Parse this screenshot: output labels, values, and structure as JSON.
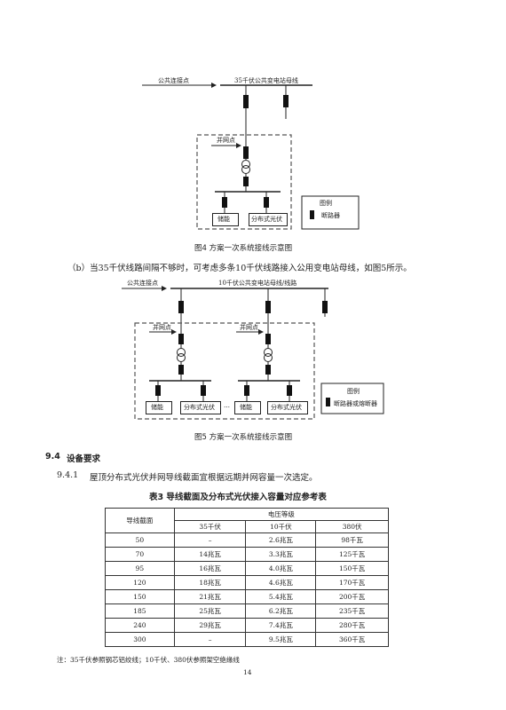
{
  "figure4": {
    "grid_connection_point": "公共连接点",
    "bus_label": "35千伏公共变电站母线",
    "merge_point": "并网点",
    "storage": "储能",
    "pv": "分布式光伏",
    "legend_title": "图例",
    "legend_breaker": "断路器",
    "caption": "图4 方案一次系统接线示意图"
  },
  "paragraph_b": "（b）当35千伏线路间隔不够时，可考虑多条10千伏线路接入公用变电站母线，如图5所示。",
  "figure5": {
    "grid_connection_point": "公共连接点",
    "bus_label": "10千伏公共变电站母线/线路",
    "merge_point_1": "并网点",
    "merge_point_2": "并网点",
    "storage_1": "储能",
    "pv_1": "分布式光伏",
    "ellipsis": "…",
    "storage_2": "储能",
    "pv_2": "分布式光伏",
    "legend_title": "图例",
    "legend_breaker": "断路器或熔断器",
    "caption": "图5 方案一次系统接线示意图"
  },
  "section": {
    "number": "9.4",
    "title": "设备要求"
  },
  "clause": {
    "number": "9.4.1",
    "text": "屋顶分布式光伏并网导线截面宜根据远期并网容量一次选定。"
  },
  "table": {
    "title": "表3 导线截面及分布式光伏接入容量对应参考表",
    "header_section": "导线截面",
    "header_voltage": "电压等级",
    "col_35": "35千伏",
    "col_10": "10千伏",
    "col_380": "380伏",
    "rows": [
      {
        "section": "50",
        "v35": "–",
        "v10": "2.6兆瓦",
        "v380": "98千瓦"
      },
      {
        "section": "70",
        "v35": "14兆瓦",
        "v10": "3.3兆瓦",
        "v380": "125千瓦"
      },
      {
        "section": "95",
        "v35": "16兆瓦",
        "v10": "4.0兆瓦",
        "v380": "150千瓦"
      },
      {
        "section": "120",
        "v35": "18兆瓦",
        "v10": "4.6兆瓦",
        "v380": "170千瓦"
      },
      {
        "section": "150",
        "v35": "21兆瓦",
        "v10": "5.4兆瓦",
        "v380": "200千瓦"
      },
      {
        "section": "185",
        "v35": "25兆瓦",
        "v10": "6.2兆瓦",
        "v380": "235千瓦"
      },
      {
        "section": "240",
        "v35": "29兆瓦",
        "v10": "7.4兆瓦",
        "v380": "280千瓦"
      },
      {
        "section": "300",
        "v35": "–",
        "v10": "9.5兆瓦",
        "v380": "360千瓦"
      }
    ],
    "note": "注：35千伏参照钢芯铝绞线；10千伏、380伏参照架空绝缘线"
  },
  "page_number": "14"
}
